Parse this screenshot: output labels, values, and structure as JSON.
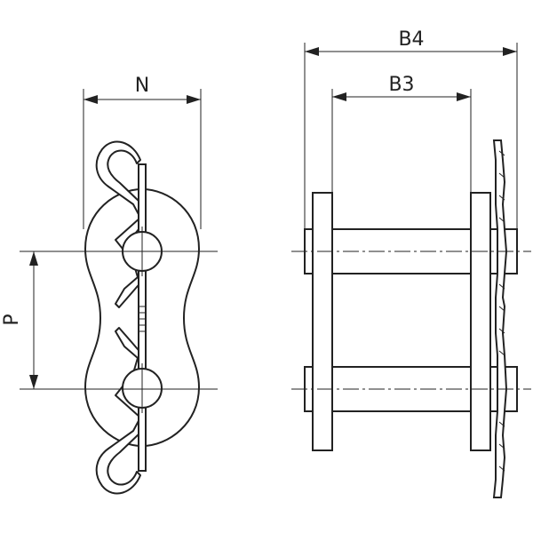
{
  "dimensions": {
    "n_label": "N",
    "p_label": "P",
    "b3_label": "B3",
    "b4_label": "B4"
  }
}
